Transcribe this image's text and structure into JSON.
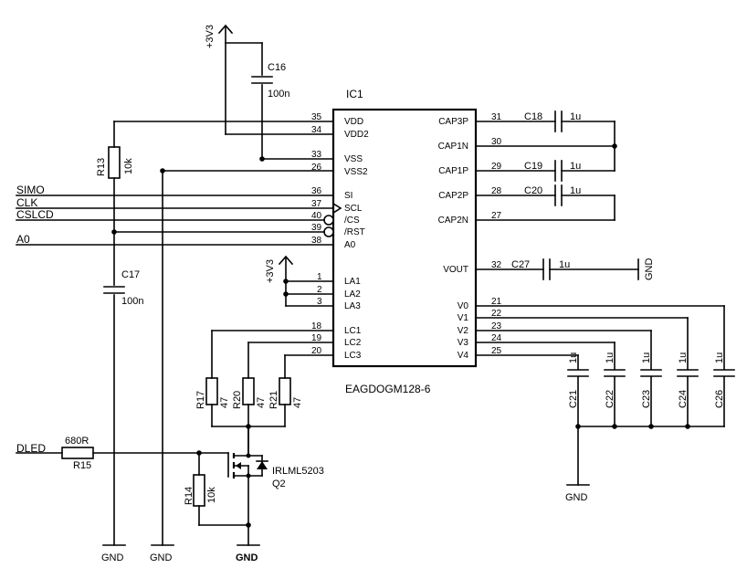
{
  "ic": {
    "ref": "IC1",
    "part": "EAGDOGM128-6",
    "left_pins": [
      {
        "name": "VDD",
        "num": "35"
      },
      {
        "name": "VDD2",
        "num": "34"
      },
      {
        "name": "VSS",
        "num": "33"
      },
      {
        "name": "VSS2",
        "num": "26"
      },
      {
        "name": "SI",
        "num": "36"
      },
      {
        "name": "SCL",
        "num": "37"
      },
      {
        "name": "/CS",
        "num": "40"
      },
      {
        "name": "/RST",
        "num": "39"
      },
      {
        "name": "A0",
        "num": "38"
      },
      {
        "name": "LA1",
        "num": "1"
      },
      {
        "name": "LA2",
        "num": "2"
      },
      {
        "name": "LA3",
        "num": "3"
      },
      {
        "name": "LC1",
        "num": "18"
      },
      {
        "name": "LC2",
        "num": "19"
      },
      {
        "name": "LC3",
        "num": "20"
      }
    ],
    "right_pins": [
      {
        "name": "CAP3P",
        "num": "31"
      },
      {
        "name": "CAP1N",
        "num": "30"
      },
      {
        "name": "CAP1P",
        "num": "29"
      },
      {
        "name": "CAP2P",
        "num": "28"
      },
      {
        "name": "CAP2N",
        "num": "27"
      },
      {
        "name": "VOUT",
        "num": "32"
      },
      {
        "name": "V0",
        "num": "21"
      },
      {
        "name": "V1",
        "num": "22"
      },
      {
        "name": "V2",
        "num": "23"
      },
      {
        "name": "V3",
        "num": "24"
      },
      {
        "name": "V4",
        "num": "25"
      }
    ]
  },
  "signals": {
    "simo": "SIMO",
    "clk": "CLK",
    "cslcd": "CSLCD",
    "a0": "A0",
    "dled": "DLED"
  },
  "power": {
    "v33": "+3V3",
    "gnd": "GND"
  },
  "components": {
    "c16": {
      "ref": "C16",
      "val": "100n"
    },
    "c17": {
      "ref": "C17",
      "val": "100n"
    },
    "r13": {
      "ref": "R13",
      "val": "10k"
    },
    "c18": {
      "ref": "C18",
      "val": "1u"
    },
    "c19": {
      "ref": "C19",
      "val": "1u"
    },
    "c20": {
      "ref": "C20",
      "val": "1u"
    },
    "c27": {
      "ref": "C27",
      "val": "1u"
    },
    "r17": {
      "ref": "R17",
      "val": "47"
    },
    "r20": {
      "ref": "R20",
      "val": "47"
    },
    "r21": {
      "ref": "R21",
      "val": "47"
    },
    "r15": {
      "ref": "R15",
      "val": "680R"
    },
    "r14": {
      "ref": "R14",
      "val": "10k"
    },
    "q2": {
      "ref": "Q2",
      "val": "IRLML5203"
    },
    "c21": {
      "ref": "C21",
      "val": "1u"
    },
    "c22": {
      "ref": "C22",
      "val": "1u"
    },
    "c23": {
      "ref": "C23",
      "val": "1u"
    },
    "c24": {
      "ref": "C24",
      "val": "1u"
    },
    "c26": {
      "ref": "C26",
      "val": "1u"
    }
  }
}
